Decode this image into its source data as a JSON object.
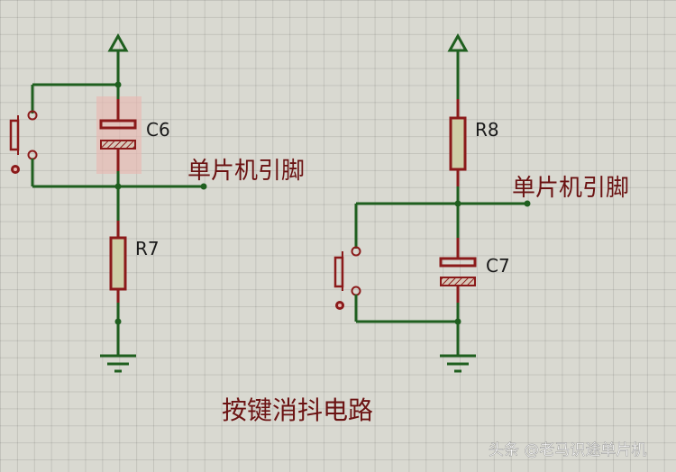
{
  "labels": {
    "c6": "C6",
    "r7": "R7",
    "r8": "R8",
    "c7": "C7",
    "pin_left": "单片机引脚",
    "pin_right": "单片机引脚",
    "caption": "按键消抖电路",
    "watermark": "头条 @老马识途单片机"
  },
  "colors": {
    "wire": "#1f5f1f",
    "component": "#7b1a1a",
    "body_fill": "#cfcfa8",
    "caption": "#6b1212",
    "watermark": "#ffffff"
  }
}
